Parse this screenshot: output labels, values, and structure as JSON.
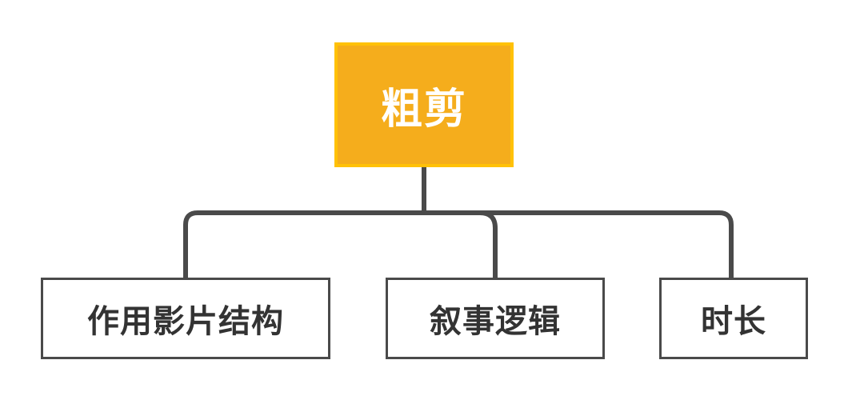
{
  "diagram": {
    "root": {
      "label": "粗剪"
    },
    "children": [
      {
        "label": "作用影片结构"
      },
      {
        "label": "叙事逻辑"
      },
      {
        "label": "时长"
      }
    ]
  },
  "colors": {
    "root_fill": "#f5ad1c",
    "root_border": "#ffc107",
    "root_text": "#ffffff",
    "node_border": "#4a4a4a",
    "node_text": "#333333",
    "connector": "#4a4a4a"
  }
}
